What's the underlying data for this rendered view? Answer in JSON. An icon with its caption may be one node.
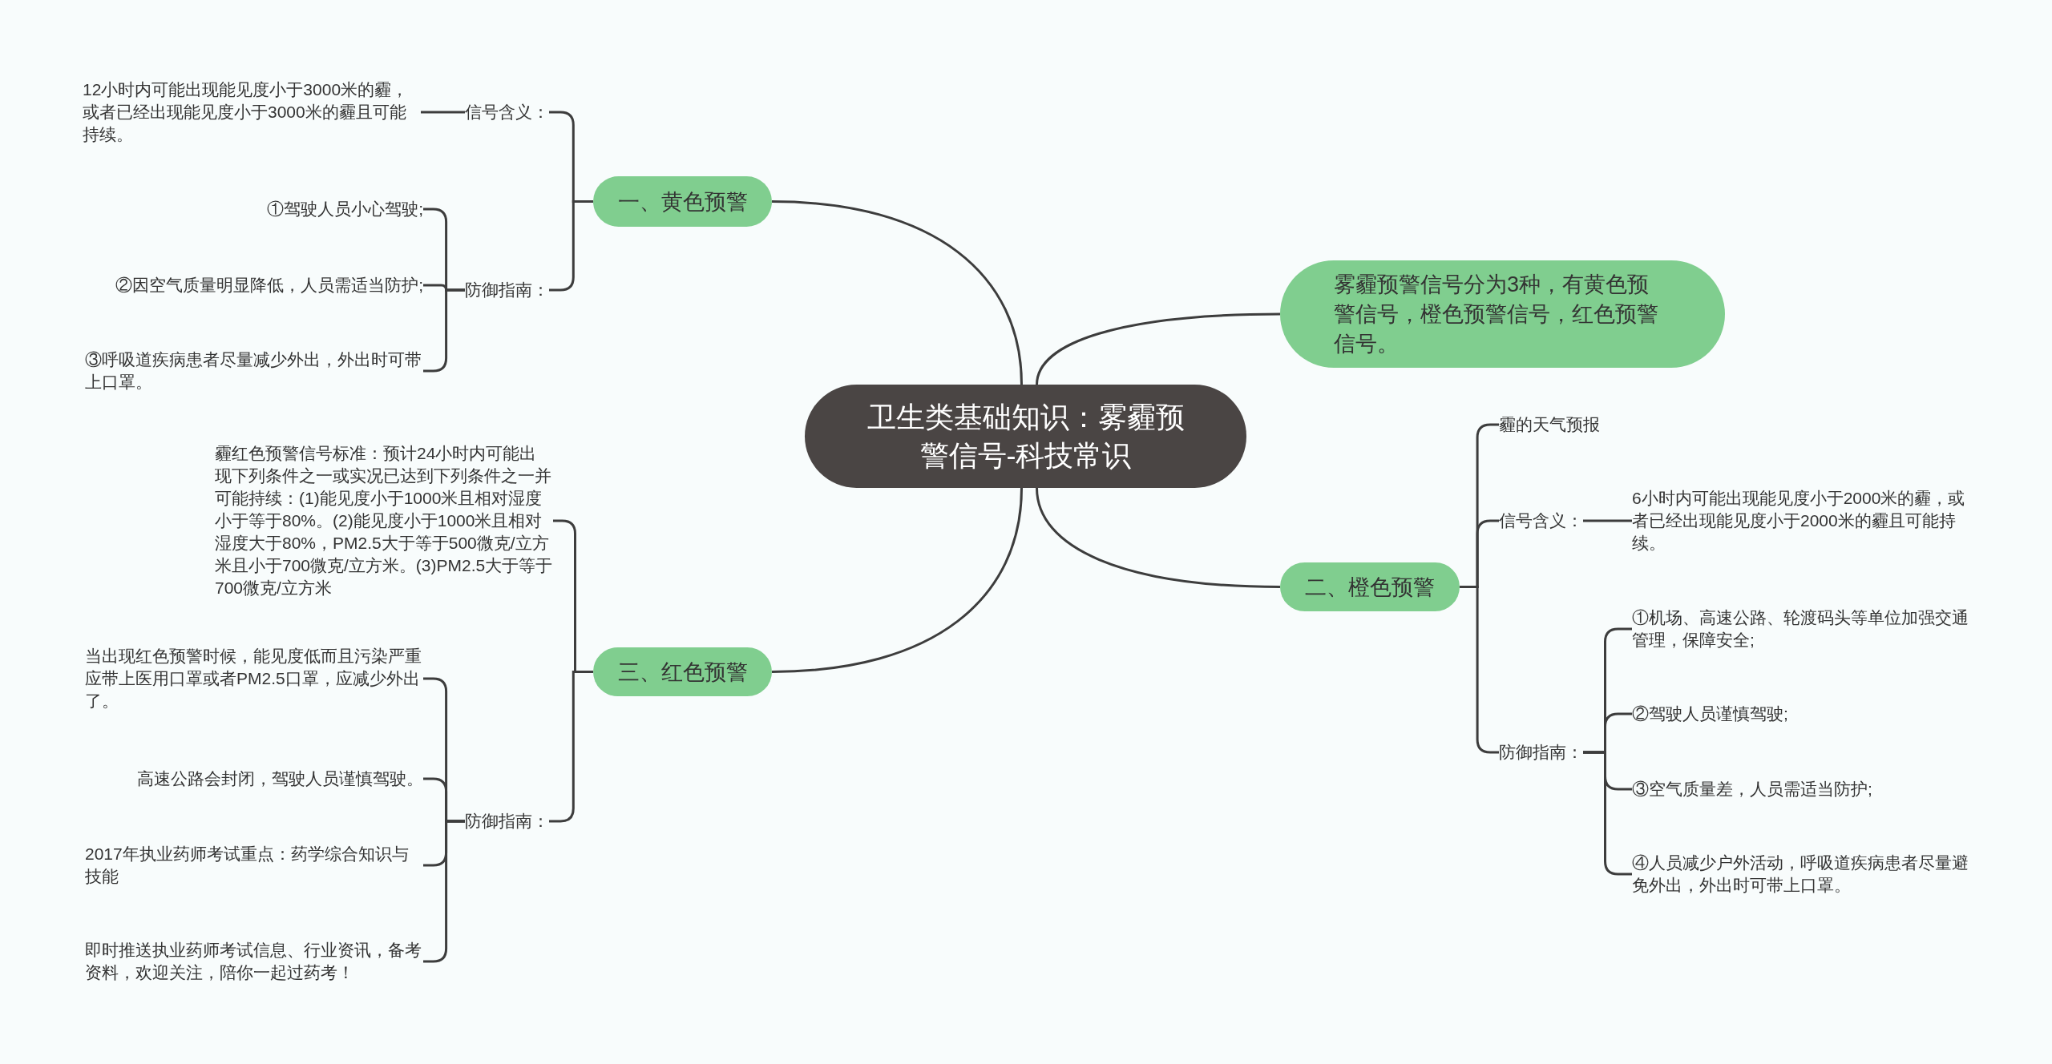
{
  "diagram": {
    "nodes": [
      {
        "text": [
          "卫生类基础知识：雾霾预警信号-科技常识"
        ]
      },
      {
        "text": [
          "一、黄色预警"
        ]
      },
      {
        "text": [
          "信号含义："
        ]
      },
      {
        "text": [
          "12小时内可能出现能见度小于3000米的霾，或者已经出现能见度小于3000米的霾且可能持续。"
        ]
      },
      {
        "text": [
          "防御指南："
        ]
      },
      {
        "text": [
          "①驾驶人员小心驾驶;"
        ]
      },
      {
        "text": [
          "②因空气质量明显降低，人员需适当防护;"
        ]
      },
      {
        "text": [
          "③呼吸道疾病患者尽量减少外出，外出时可带上口罩。"
        ]
      },
      {
        "text": [
          "雾霾预警信号分为3种，有黄色预警信号，橙色预警信号，红色预警信号。"
        ]
      },
      {
        "text": [
          "二、橙色预警"
        ]
      },
      {
        "text": [
          "霾的天气预报"
        ]
      },
      {
        "text": [
          "信号含义："
        ]
      },
      {
        "text": [
          "6小时内可能出现能见度小于2000米的霾，或者已经出现能见度小于2000米的霾且可能持续。"
        ]
      },
      {
        "text": [
          "防御指南："
        ]
      },
      {
        "text": [
          "①机场、高速公路、轮渡码头等单位加强交通管理，保障安全;"
        ]
      },
      {
        "text": [
          "②驾驶人员谨慎驾驶;"
        ]
      },
      {
        "text": [
          "③空气质量差，人员需适当防护;"
        ]
      },
      {
        "text": [
          "④人员减少户外活动，呼吸道疾病患者尽量避免外出，外出时可带上口罩。"
        ]
      },
      {
        "text": [
          "三、红色预警"
        ]
      },
      {
        "text": [
          "霾红色预警信号标准：预计24小时内可能出现下列条件之一或实况已达到下列条件之一并可能持续：(1)能见度小于1000米且相对湿度小于等于80%。(2)能见度小于1000米且相对湿度大于80%，PM2.5大于等于500微克/立方米且小于700微克/立方米。(3)PM2.5大于等于700微克/立方米"
        ]
      },
      {
        "text": [
          "防御指南："
        ]
      },
      {
        "text": [
          "当出现红色预警时候，能见度低而且污染严重应带上医用口罩或者PM2.5口罩，应减少外出了。"
        ]
      },
      {
        "text": [
          "高速公路会封闭，驾驶人员谨慎驾驶。"
        ]
      },
      {
        "text": [
          "2017年执业药师考试重点：药学综合知识与技能"
        ]
      },
      {
        "text": [
          "即时推送执业药师考试信息、行业资讯，备考资料，欢迎关注，陪你一起过药考！"
        ]
      }
    ],
    "edges": [
      {
        "from": 0,
        "to": 1,
        "arrow": "none"
      },
      {
        "from": 1,
        "to": 2,
        "arrow": "none"
      },
      {
        "from": 2,
        "to": 3,
        "arrow": "none"
      },
      {
        "from": 1,
        "to": 4,
        "arrow": "none"
      },
      {
        "from": 4,
        "to": 5,
        "arrow": "none"
      },
      {
        "from": 4,
        "to": 6,
        "arrow": "none"
      },
      {
        "from": 4,
        "to": 7,
        "arrow": "none"
      },
      {
        "from": 0,
        "to": 8,
        "arrow": "none"
      },
      {
        "from": 0,
        "to": 9,
        "arrow": "none"
      },
      {
        "from": 9,
        "to": 10,
        "arrow": "none"
      },
      {
        "from": 9,
        "to": 11,
        "arrow": "none"
      },
      {
        "from": 11,
        "to": 12,
        "arrow": "none"
      },
      {
        "from": 9,
        "to": 13,
        "arrow": "none"
      },
      {
        "from": 13,
        "to": 14,
        "arrow": "none"
      },
      {
        "from": 13,
        "to": 15,
        "arrow": "none"
      },
      {
        "from": 13,
        "to": 16,
        "arrow": "none"
      },
      {
        "from": 13,
        "to": 17,
        "arrow": "none"
      },
      {
        "from": 0,
        "to": 18,
        "arrow": "none"
      },
      {
        "from": 18,
        "to": 19,
        "arrow": "none"
      },
      {
        "from": 18,
        "to": 20,
        "arrow": "none"
      },
      {
        "from": 20,
        "to": 21,
        "arrow": "none"
      },
      {
        "from": 20,
        "to": 22,
        "arrow": "none"
      },
      {
        "from": 20,
        "to": 23,
        "arrow": "none"
      },
      {
        "from": 20,
        "to": 24,
        "arrow": "none"
      }
    ]
  }
}
